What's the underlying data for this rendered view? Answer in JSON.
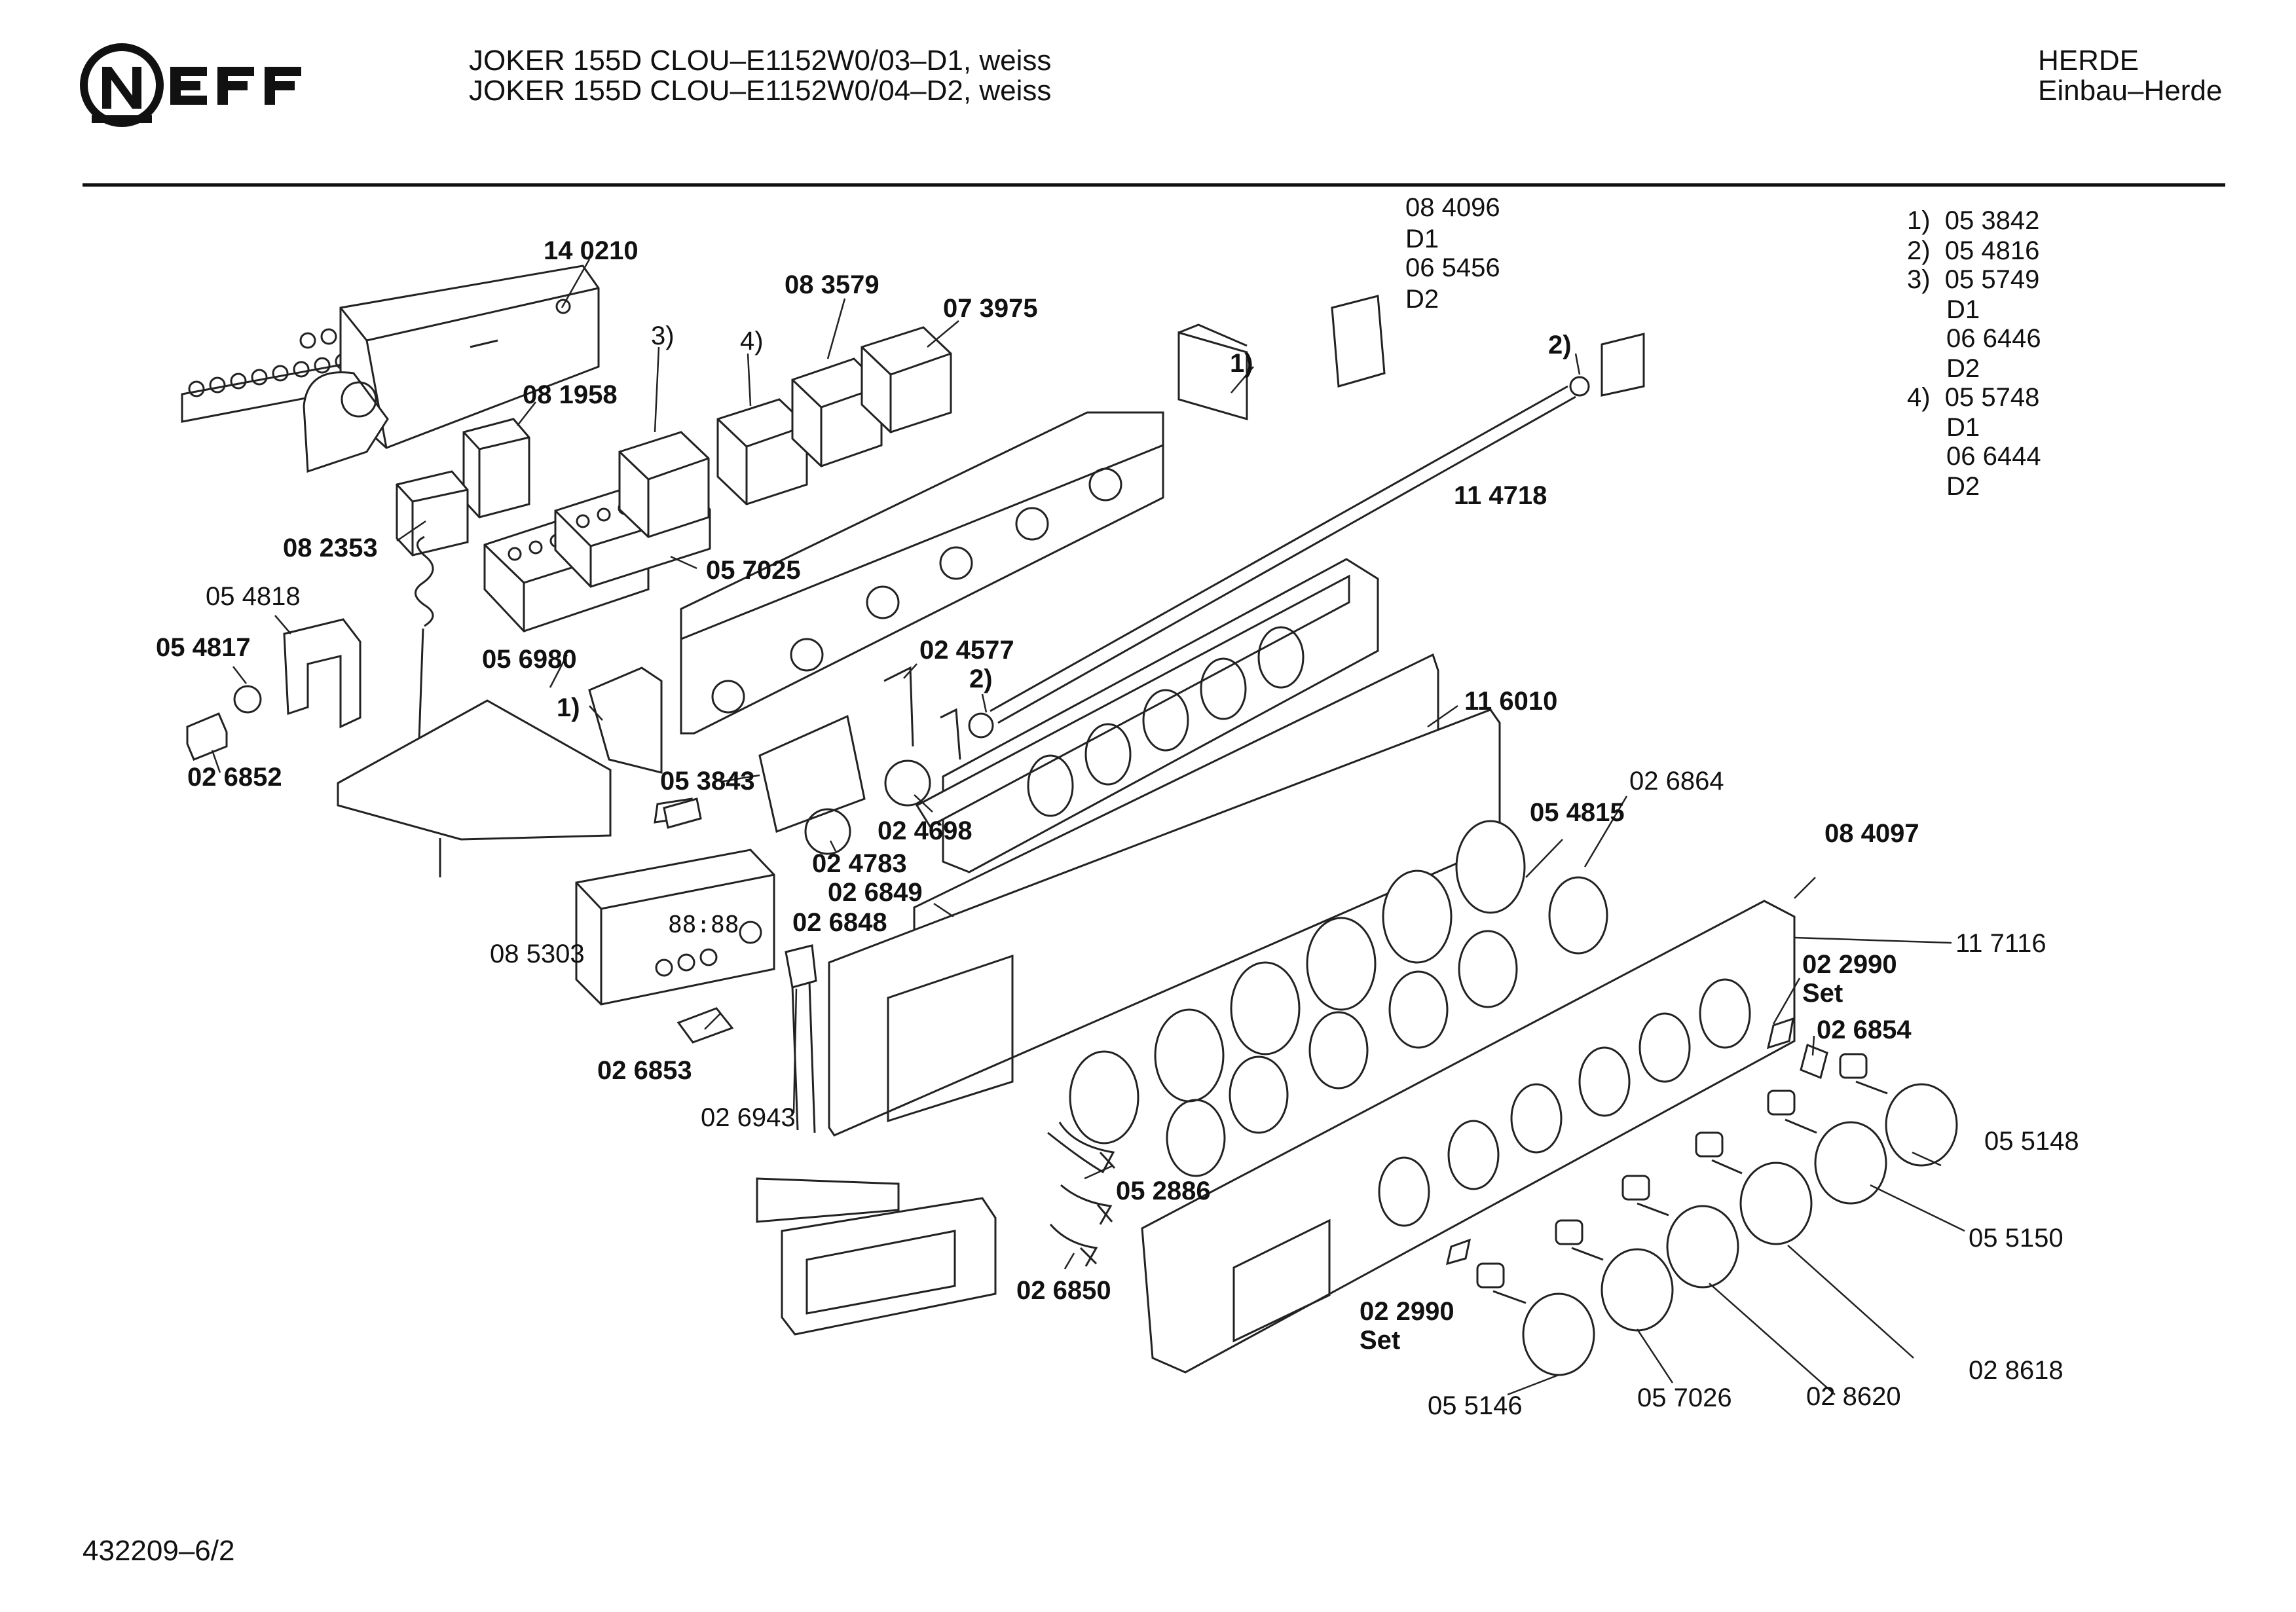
{
  "header": {
    "brand": "NEFF",
    "model_lines": [
      "JOKER 155D CLOU–E1152W0/03–D1, weiss",
      "JOKER 155D CLOU–E1152W0/04–D2, weiss"
    ],
    "category": "HERDE",
    "subcategory": "Einbau–Herde"
  },
  "variant_notes": {
    "top": [
      "08 4096",
      "D1",
      "06 5456",
      "D2"
    ],
    "right": [
      "1)  05 3842",
      "2)  05 4816",
      "3)  05 5749",
      "D1",
      "06 6446",
      "D2",
      "4)  05 5748",
      "D1",
      "06 6444",
      "D2"
    ]
  },
  "labels": {
    "l140210": "14 0210",
    "l083579": "08 3579",
    "l073975": "07 3975",
    "n3": "3)",
    "n4": "4)",
    "n1a": "1)",
    "n2a": "2)",
    "l081958": "08 1958",
    "l082353": "08 2353",
    "l057025": "05 7025",
    "l114718": "11 4718",
    "l054818": "05 4818",
    "l054817": "05 4817",
    "l056980": "05 6980",
    "n1b": "1)",
    "l024577": "02 4577",
    "n2b": "2)",
    "l116010": "11 6010",
    "l026852": "02 6852",
    "l053843": "05 3843",
    "l024698": "02 4698",
    "l024783": "02 4783",
    "l026864": "02 6864",
    "l054815": "05 4815",
    "l084097": "08 4097",
    "l026849": "02 6849",
    "l026848": "02 6848",
    "l085303": "08 5303",
    "l117116": "11 7116",
    "l022990a": "02 2990",
    "set_a": "Set",
    "l026854": "02 6854",
    "l026853": "02 6853",
    "l026943": "02 6943",
    "l055148": "05 5148",
    "l052886": "05 2886",
    "l055150": "05 5150",
    "l026850": "02 6850",
    "l022990b": "02 2990",
    "set_b": "Set",
    "l028618": "02 8618",
    "l055146": "05 5146",
    "l057026": "05 7026",
    "l028620": "02 8620"
  },
  "display_readout": "88:88",
  "footer": {
    "doc_number": "432209–6/2"
  }
}
